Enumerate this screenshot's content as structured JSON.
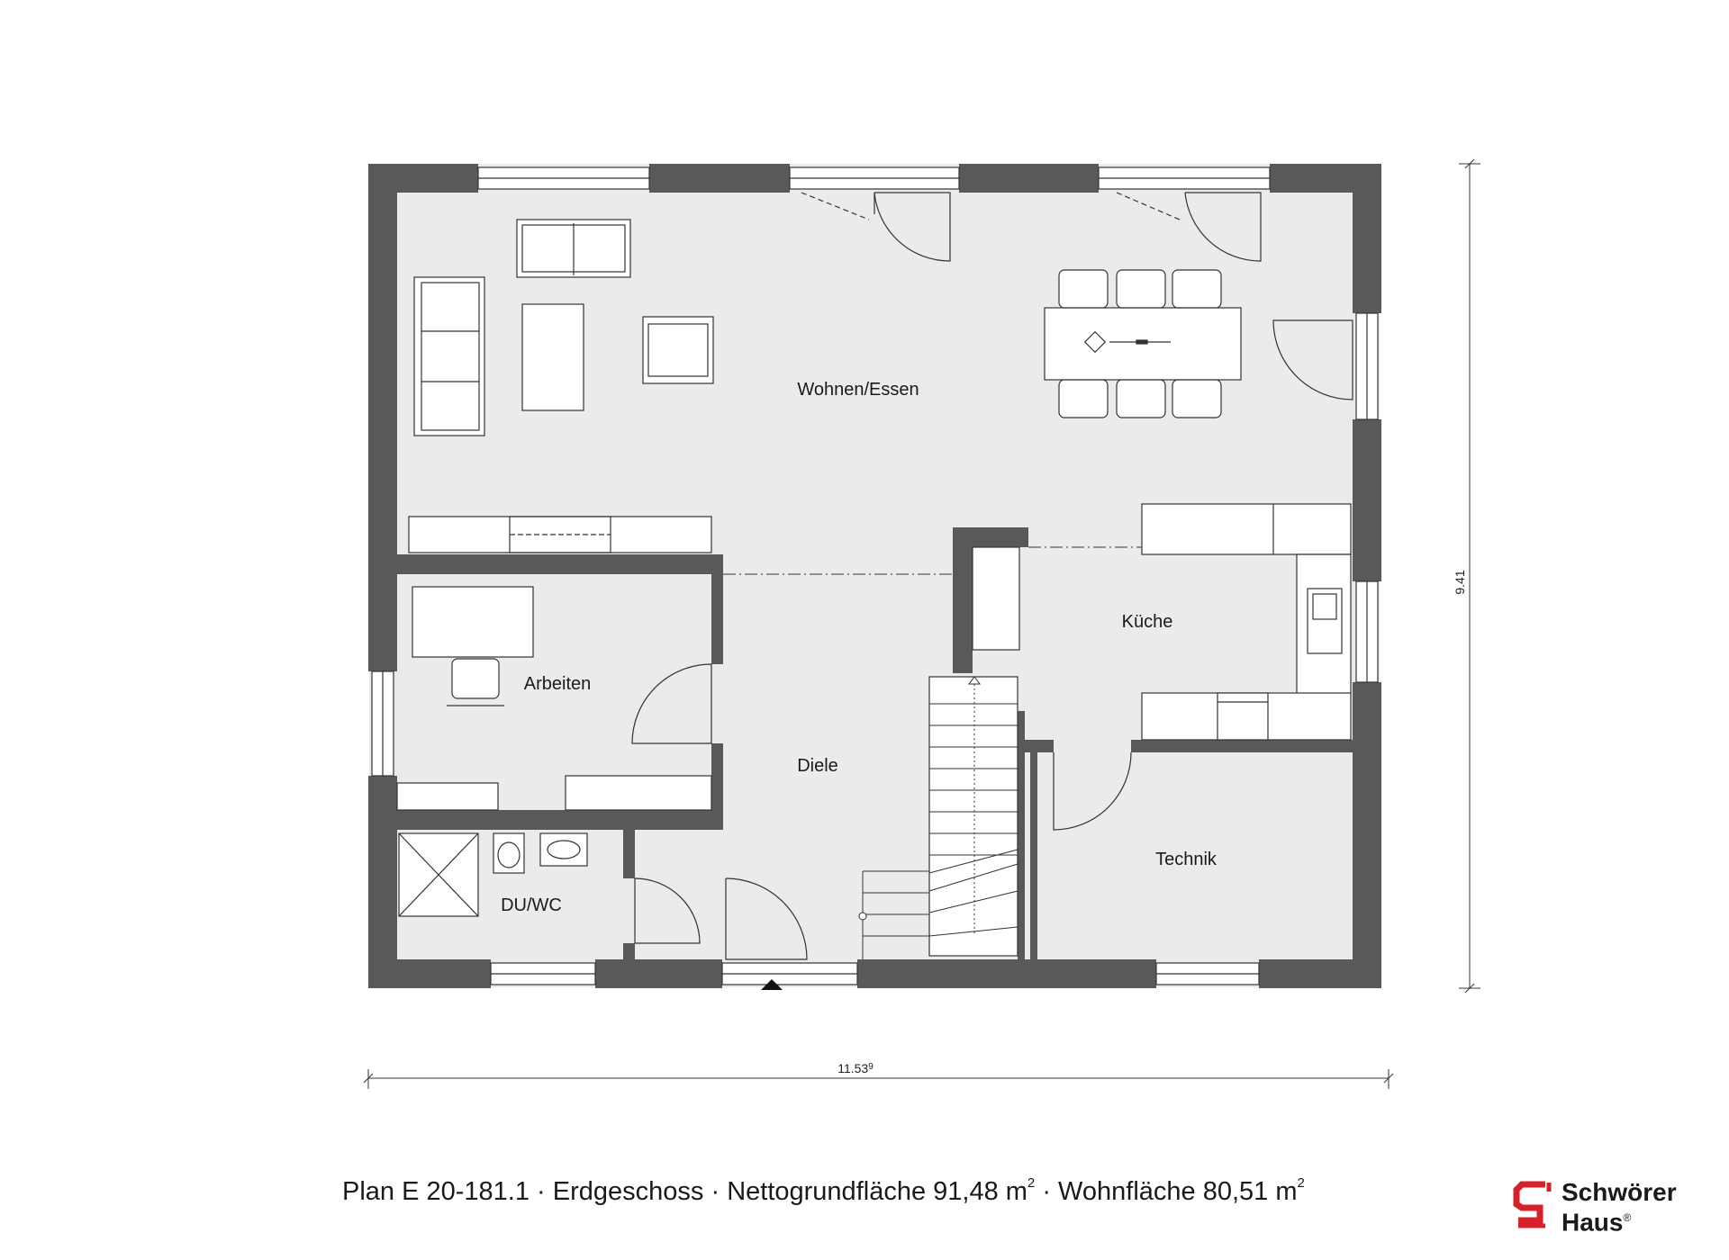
{
  "plan": {
    "rooms": {
      "wohnen_essen": "Wohnen/Essen",
      "arbeiten": "Arbeiten",
      "kueche": "Küche",
      "diele": "Diele",
      "technik": "Technik",
      "du_wc": "DU/WC"
    },
    "dimensions": {
      "width": "11.53",
      "width_sup": "9",
      "height": "9.41"
    }
  },
  "caption": {
    "plan_number": "Plan E 20-181.1",
    "sep": " · ",
    "floor": "Erdgeschoss",
    "net_area": "Nettogrundfläche 91,48 m",
    "living_area": "Wohnfläche 80,51 m",
    "sup": "2"
  },
  "logo": {
    "line1": "Schwörer",
    "line2": "Haus",
    "mark": "®"
  },
  "colors": {
    "wall": "#58595b",
    "floor": "#ebebeb",
    "line": "#333333",
    "logo_red": "#d6202a"
  }
}
